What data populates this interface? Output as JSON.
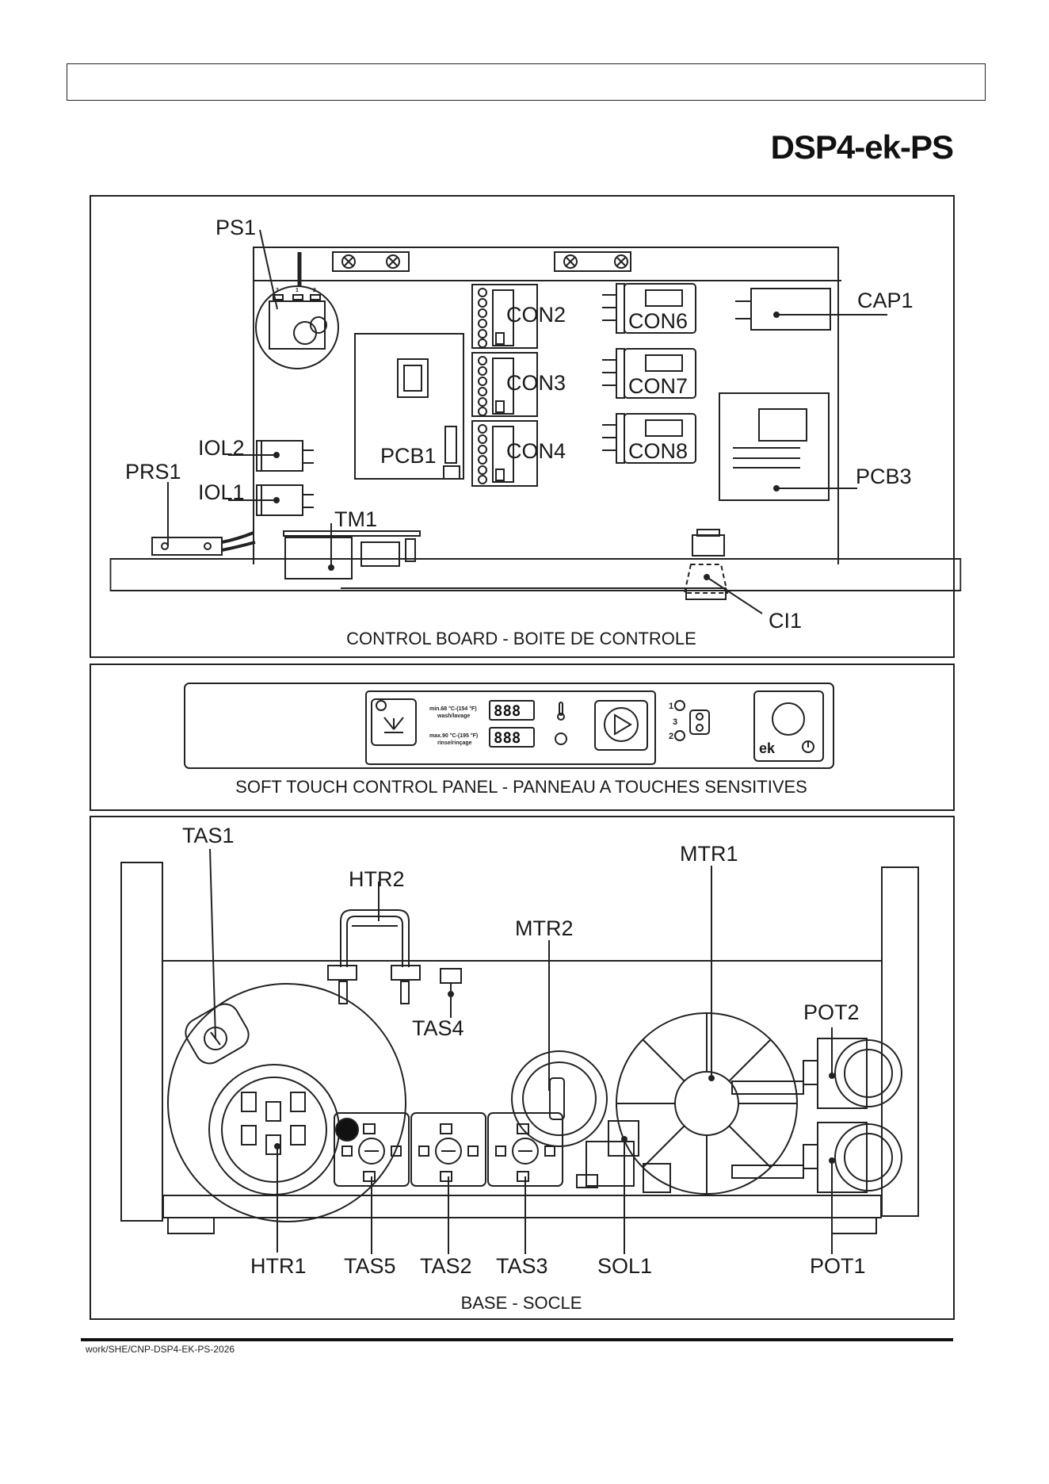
{
  "header": {
    "box_text": "",
    "model": "DSP4-ek-PS"
  },
  "sections": {
    "control_board": "CONTROL BOARD  -  BOITE DE CONTROLE",
    "control_panel": "SOFT TOUCH CONTROL PANEL  -  PANNEAU A TOUCHES SENSITIVES",
    "base": "BASE  -  SOCLE"
  },
  "control_board_labels": {
    "ps1": "PS1",
    "cap1": "CAP1",
    "con2": "CON2",
    "con3": "CON3",
    "con4": "CON4",
    "con6": "CON6",
    "con7": "CON7",
    "con8": "CON8",
    "pcb1": "PCB1",
    "pcb3": "PCB3",
    "iol1": "IOL1",
    "iol2": "IOL2",
    "prs1": "PRS1",
    "tm1": "TM1",
    "ci1": "CI1",
    "ps1_pins": [
      "3",
      "1",
      "2"
    ]
  },
  "panel": {
    "wash_temp": "min.68 °C-(154 °F)",
    "wash_label": "wash/lavage",
    "rinse_temp": "max.90 °C-(195 °F)",
    "rinse_label": "rinse/rinçage",
    "display_wash": "888",
    "display_rinse": "888",
    "cycle_numbers": [
      "1",
      "3",
      "2"
    ],
    "brand": "ek"
  },
  "base_labels": {
    "tas1": "TAS1",
    "htr2": "HTR2",
    "mtr1": "MTR1",
    "mtr2": "MTR2",
    "tas4": "TAS4",
    "pot2": "POT2",
    "pot1": "POT1",
    "htr1": "HTR1",
    "tas5": "TAS5",
    "tas2": "TAS2",
    "tas3": "TAS3",
    "sol1": "SOL1"
  },
  "footer": {
    "ref": "work/SHE/CNP-DSP4-EK-PS-2026"
  }
}
